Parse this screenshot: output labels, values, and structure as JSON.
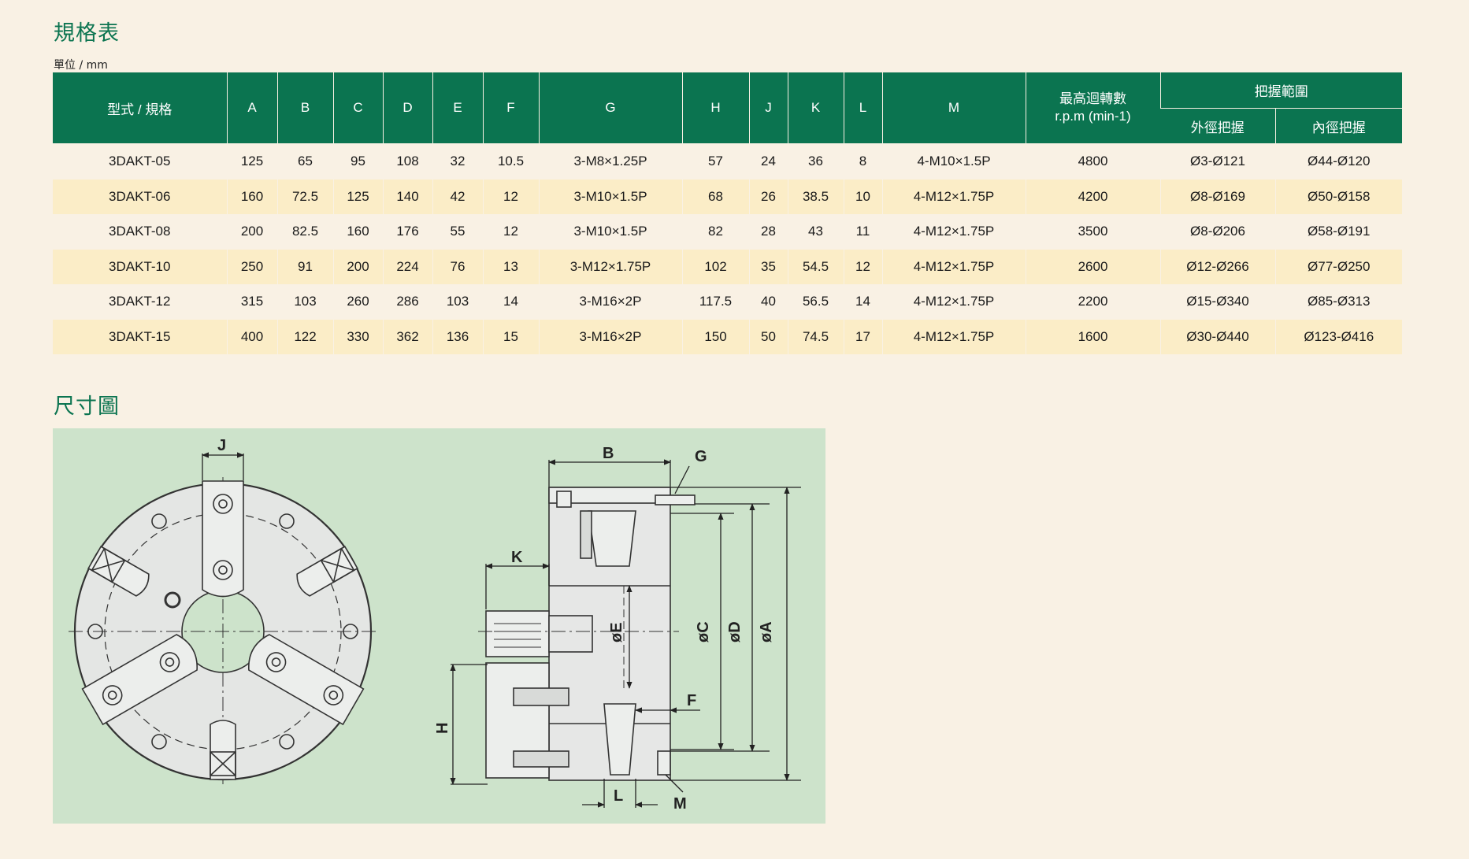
{
  "spec_title": "規格表",
  "unit_label": "單位 / mm",
  "table": {
    "headers": {
      "model": "型式 / 規格",
      "A": "A",
      "B": "B",
      "C": "C",
      "D": "D",
      "E": "E",
      "F": "F",
      "G": "G",
      "H": "H",
      "J": "J",
      "K": "K",
      "L": "L",
      "M": "M",
      "rpm_line1": "最高迴轉數",
      "rpm_line2": "r.p.m (min-1)",
      "grip_range": "把握範圍",
      "outer_grip": "外徑把握",
      "inner_grip": "內徑把握"
    },
    "rows": [
      [
        "3DAKT-05",
        "125",
        "65",
        "95",
        "108",
        "32",
        "10.5",
        "3-M8×1.25P",
        "57",
        "24",
        "36",
        "8",
        "4-M10×1.5P",
        "4800",
        "Ø3-Ø121",
        "Ø44-Ø120"
      ],
      [
        "3DAKT-06",
        "160",
        "72.5",
        "125",
        "140",
        "42",
        "12",
        "3-M10×1.5P",
        "68",
        "26",
        "38.5",
        "10",
        "4-M12×1.75P",
        "4200",
        "Ø8-Ø169",
        "Ø50-Ø158"
      ],
      [
        "3DAKT-08",
        "200",
        "82.5",
        "160",
        "176",
        "55",
        "12",
        "3-M10×1.5P",
        "82",
        "28",
        "43",
        "11",
        "4-M12×1.75P",
        "3500",
        "Ø8-Ø206",
        "Ø58-Ø191"
      ],
      [
        "3DAKT-10",
        "250",
        "91",
        "200",
        "224",
        "76",
        "13",
        "3-M12×1.75P",
        "102",
        "35",
        "54.5",
        "12",
        "4-M12×1.75P",
        "2600",
        "Ø12-Ø266",
        "Ø77-Ø250"
      ],
      [
        "3DAKT-12",
        "315",
        "103",
        "260",
        "286",
        "103",
        "14",
        "3-M16×2P",
        "117.5",
        "40",
        "56.5",
        "14",
        "4-M12×1.75P",
        "2200",
        "Ø15-Ø340",
        "Ø85-Ø313"
      ],
      [
        "3DAKT-15",
        "400",
        "122",
        "330",
        "362",
        "136",
        "15",
        "3-M16×2P",
        "150",
        "50",
        "74.5",
        "17",
        "4-M12×1.75P",
        "1600",
        "Ø30-Ø440",
        "Ø123-Ø416"
      ]
    ]
  },
  "drawing_title": "尺寸圖",
  "drawing_labels": {
    "J": "J",
    "B": "B",
    "G": "G",
    "K": "K",
    "E": "øE",
    "C": "øC",
    "D": "øD",
    "A": "øA",
    "F": "F",
    "H": "H",
    "L": "L",
    "M": "M"
  },
  "colors": {
    "brand_green": "#0b7450",
    "page_bg": "#f9f1e4",
    "row_alt": "#fbedc7",
    "drawing_bg": "#cde3cb"
  }
}
